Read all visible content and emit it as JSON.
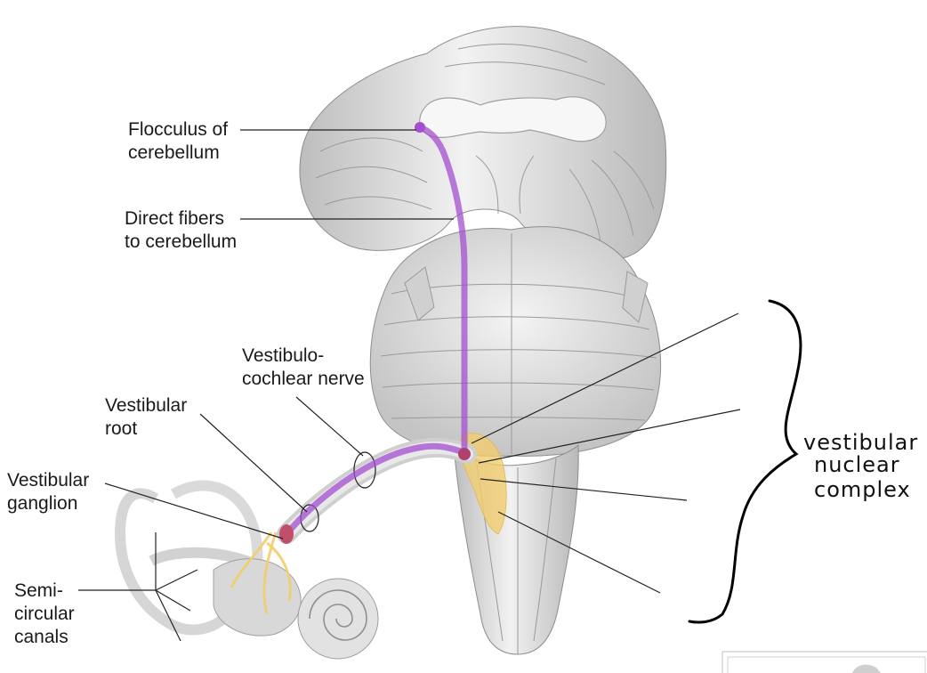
{
  "labels": {
    "flocculus": [
      "Flocculus of",
      "cerebellum"
    ],
    "direct_fibers": [
      "Direct fibers",
      "to cerebellum"
    ],
    "vestibulocochlear": [
      "Vestibulo-",
      "cochlear nerve"
    ],
    "vestibular_root": [
      "Vestibular",
      "root"
    ],
    "vestibular_ganglion": [
      "Vestibular",
      "ganglion"
    ],
    "semicircular": [
      "Semi-",
      "circular",
      "canals"
    ]
  },
  "annotation": {
    "handwritten": [
      "vestibular",
      "nuclear",
      "complex"
    ]
  },
  "colors": {
    "pathway": "#a44fd0",
    "nuclei": "#f2cd6e",
    "brain_tissue": "#d9d9d9"
  }
}
